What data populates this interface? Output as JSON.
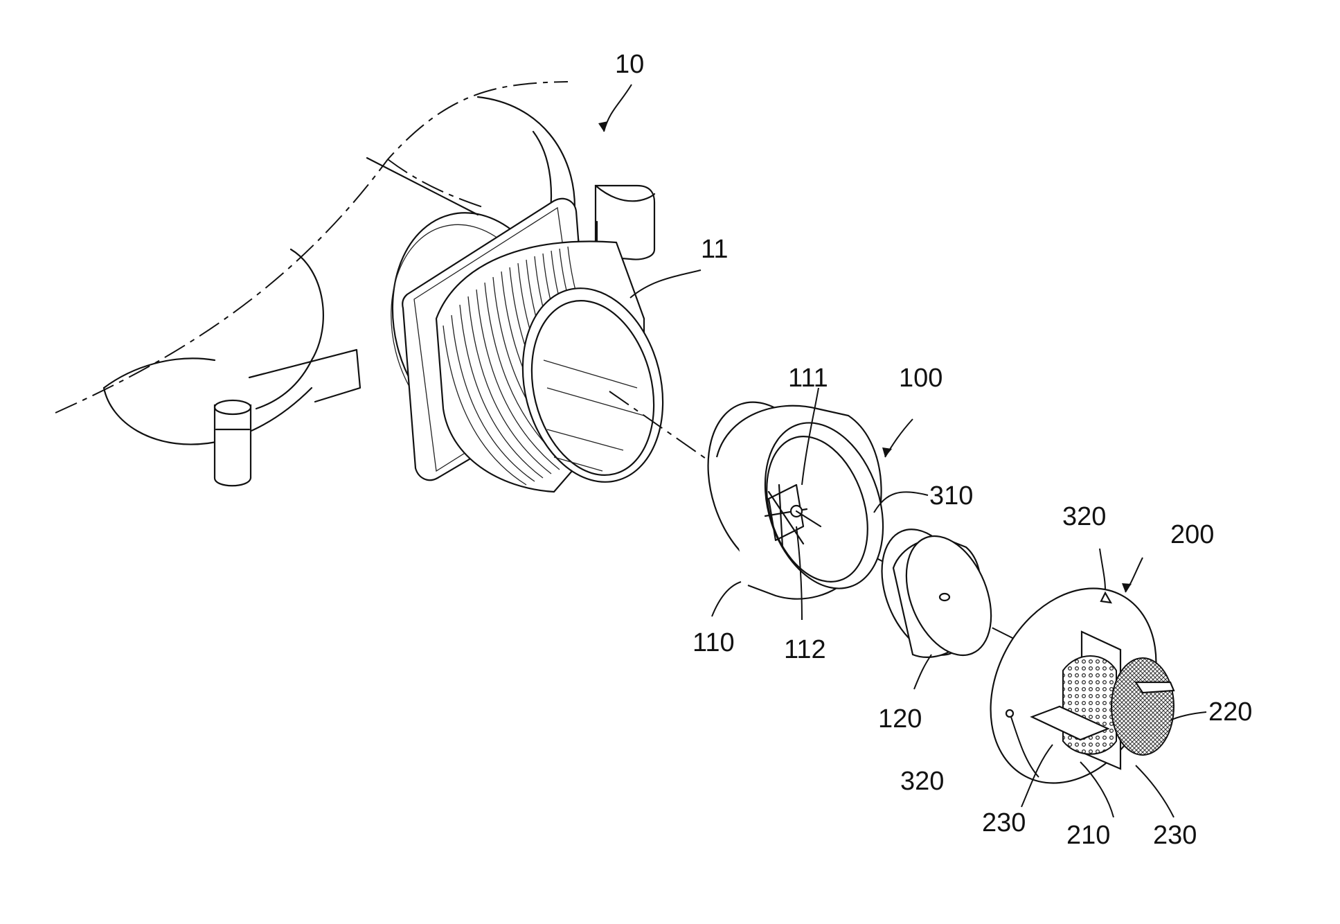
{
  "labels": {
    "assembly_10": "10",
    "thread_11": "11",
    "check_valve_100": "100",
    "part_111": "111",
    "housing_110": "110",
    "part_112": "112",
    "part_310": "310",
    "disc_120": "120",
    "filter_200": "200",
    "hook_320_top": "320",
    "hook_320_left": "320",
    "mesh_220": "220",
    "tab_230_left": "230",
    "base_210": "210",
    "tab_230_right": "230"
  }
}
